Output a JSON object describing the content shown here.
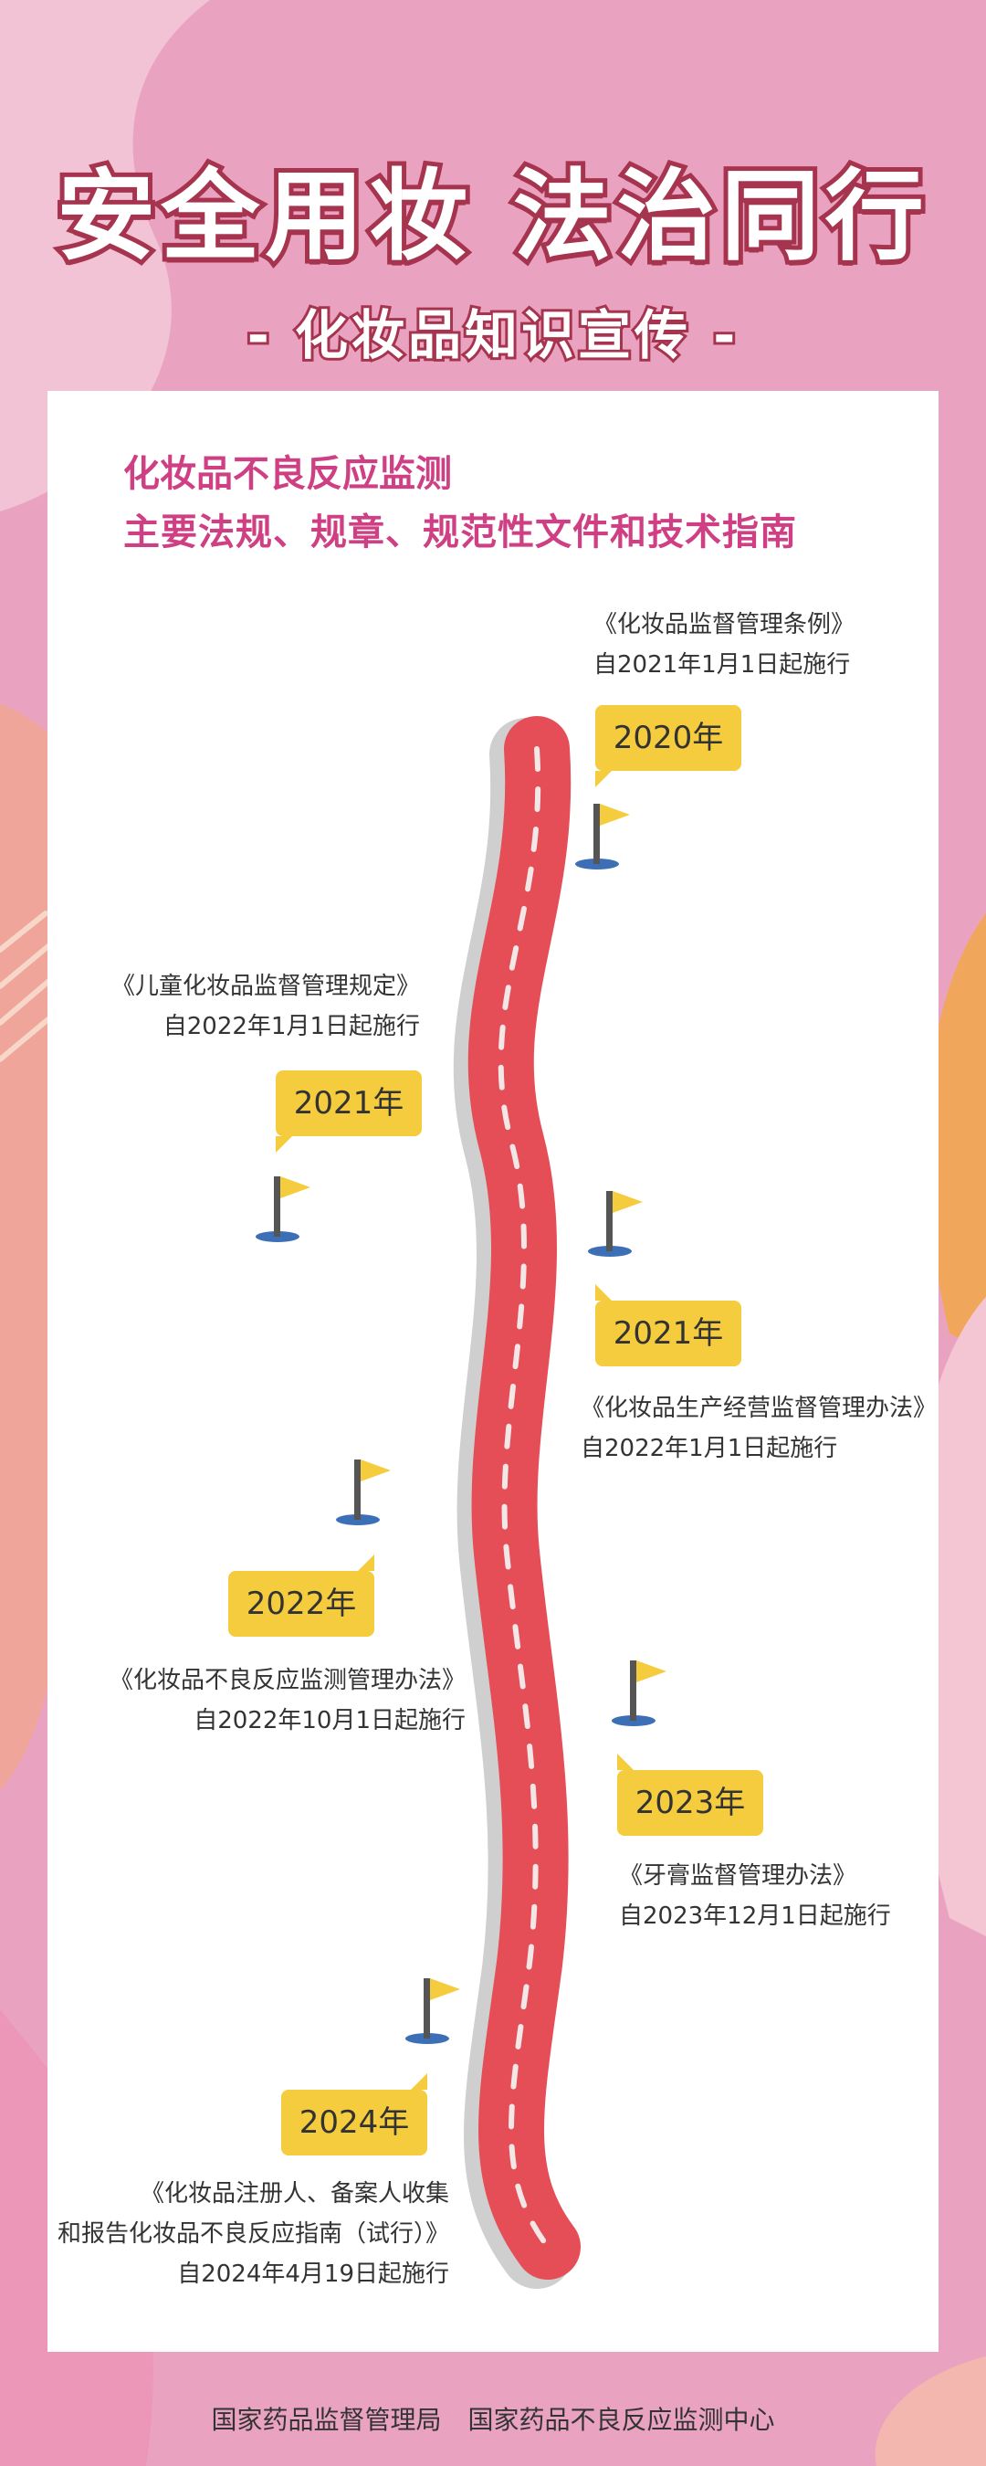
{
  "title": "安全用妆 法治同行",
  "subtitle": "- 化妆品知识宣传 -",
  "heading": {
    "line1": "化妆品不良反应监测",
    "line2": "主要法规、规章、规范性文件和技术指南"
  },
  "milestones": [
    {
      "year": "2020年",
      "law": "《化妆品监督管理条例》",
      "effective": "自2021年1月1日起施行"
    },
    {
      "year": "2021年",
      "law": "《儿童化妆品监督管理规定》",
      "effective": "自2022年1月1日起施行"
    },
    {
      "year": "2021年",
      "law": "《化妆品生产经营监督管理办法》",
      "effective": "自2022年1月1日起施行"
    },
    {
      "year": "2022年",
      "law": "《化妆品不良反应监测管理办法》",
      "effective": "自2022年10月1日起施行"
    },
    {
      "year": "2023年",
      "law": "《牙膏监督管理办法》",
      "effective": "自2023年12月1日起施行"
    },
    {
      "year": "2024年",
      "law_line1": "《化妆品注册人、备案人收集",
      "law_line2": "和报告化妆品不良反应指南（试行）》",
      "effective": "自2024年4月19日起施行"
    }
  ],
  "footer": "国家药品监督管理局 国家药品不良反应监测中心",
  "colors": {
    "background": "#e9a3c1",
    "title_outline": "#a7344f",
    "heading": "#cf3f84",
    "road": "#e54e57",
    "tag": "#f4cc3d",
    "flag_base": "#3d6fb6"
  }
}
